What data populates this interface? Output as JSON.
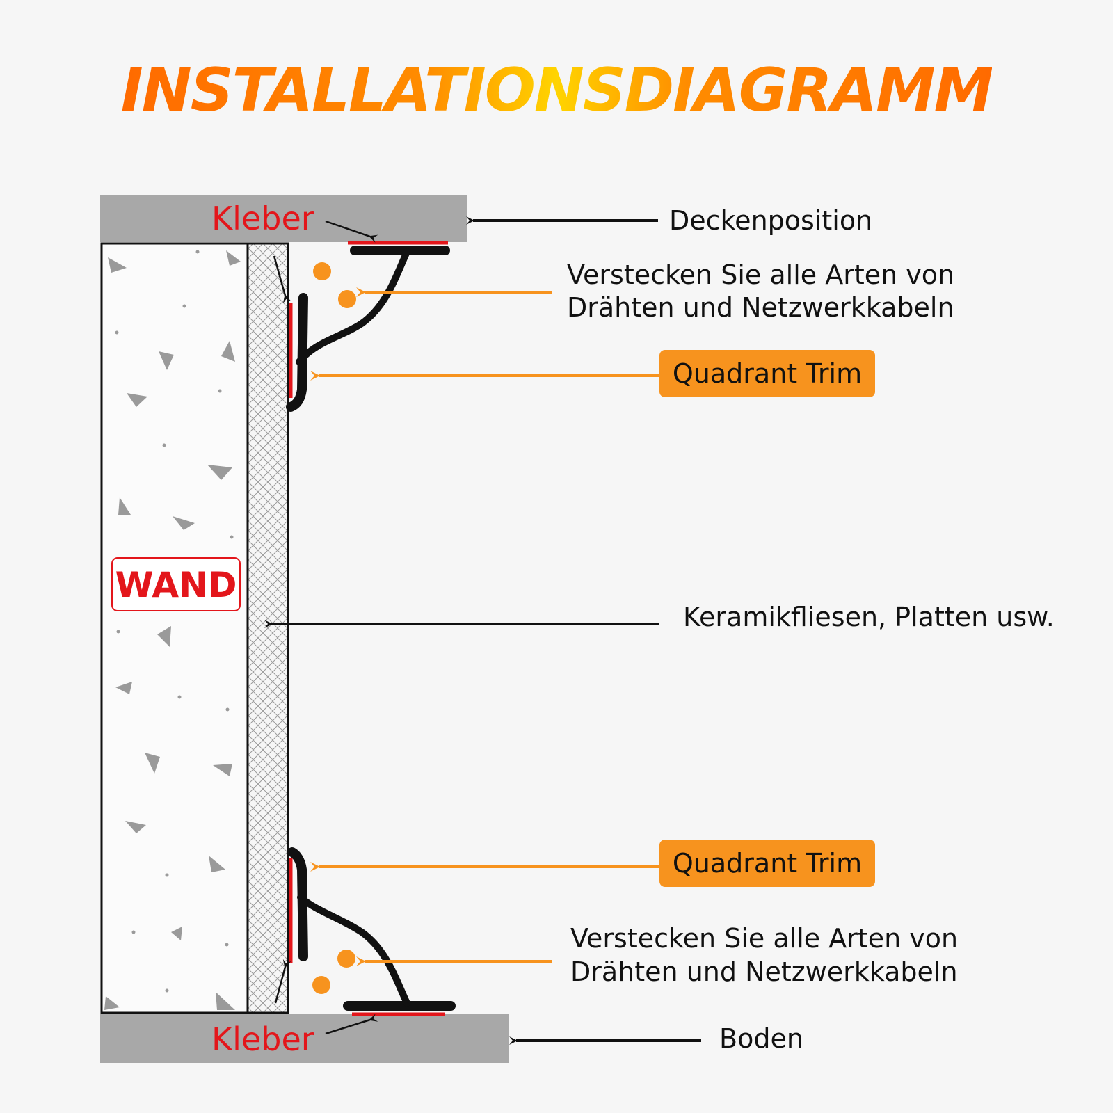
{
  "title": "INSTALLATIONSDIAGRAMM",
  "labels": {
    "kleber_top": "Kleber",
    "kleber_bottom": "Kleber",
    "wand": "WAND",
    "ceiling": "Deckenposition",
    "hide_top_line1": "Verstecken Sie alle Arten von",
    "hide_top_line2": "Drähten und Netzwerkkabeln",
    "trim_top": "Quadrant Trim",
    "tiles": "Keramikfliesen, Platten usw.",
    "trim_bottom": "Quadrant Trim",
    "hide_bottom_line1": "Verstecken Sie alle Arten von",
    "hide_bottom_line2": "Drähten und Netzwerkkabeln",
    "floor": "Boden"
  },
  "colors": {
    "accent_orange": "#f7931e",
    "adhesive_red": "#e3161b",
    "slab_gray": "#a8a8a8",
    "profile_black": "#111111"
  }
}
